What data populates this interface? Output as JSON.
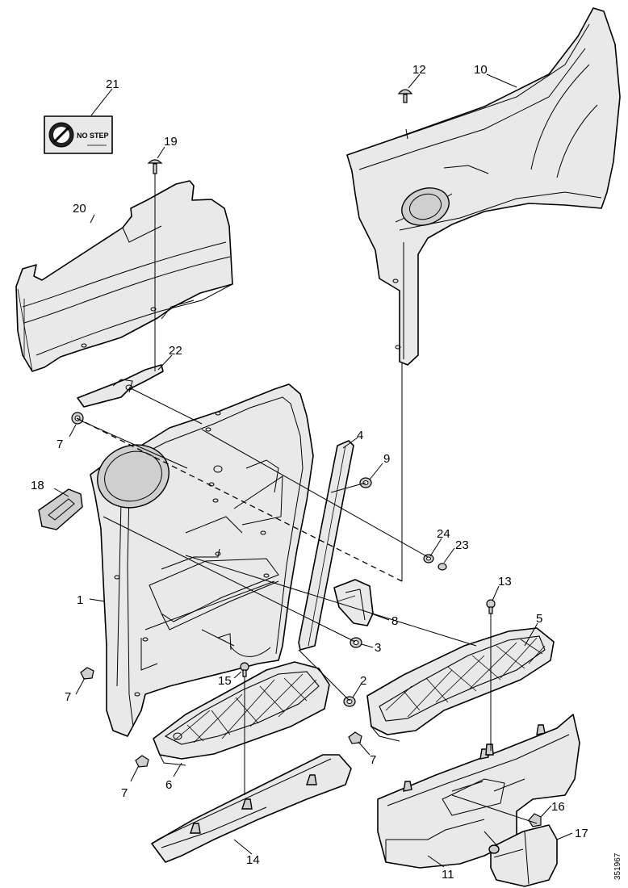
{
  "callouts": {
    "c1": "1",
    "c2": "2",
    "c3": "3",
    "c4": "4",
    "c5": "5",
    "c6": "6",
    "c7a": "7",
    "c7b": "7",
    "c7c": "7",
    "c7d": "7",
    "c8": "8",
    "c9": "9",
    "c10": "10",
    "c11": "11",
    "c12": "12",
    "c13": "13",
    "c14": "14",
    "c15": "15",
    "c16": "16",
    "c17": "17",
    "c18": "18",
    "c19": "19",
    "c20": "20",
    "c21": "21",
    "c22": "22",
    "c23": "23",
    "c24": "24"
  },
  "decal": {
    "text": "NO STEP"
  },
  "doc_id": "351967"
}
